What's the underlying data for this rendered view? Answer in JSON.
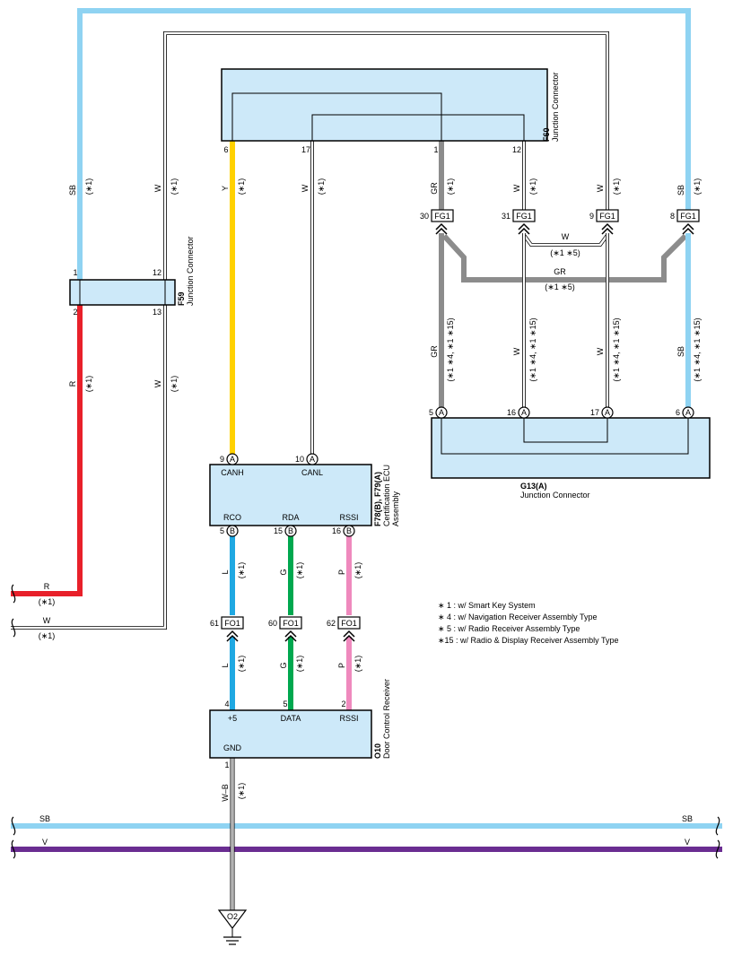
{
  "colors": {
    "SB": "#8fd3f2",
    "R": "#e8202a",
    "W": "#ffffff",
    "Y": "#ffd100",
    "GR": "#8c8c8c",
    "L": "#1fa8e2",
    "G": "#00a84f",
    "P": "#ef89bd",
    "V": "#6a2d91",
    "box": "#cde9f9"
  },
  "components": {
    "f60": {
      "id": "F60",
      "name": "Junction Connector",
      "pins": [
        "6",
        "17",
        "1",
        "12"
      ]
    },
    "f59": {
      "id": "F59",
      "name": "Junction Connector",
      "pins": [
        "1",
        "12",
        "2",
        "13"
      ]
    },
    "ecu": {
      "id": "F78(B), F79(A)",
      "name1": "Certification ECU",
      "name2": "Assembly",
      "pin_labels": [
        "CANH",
        "CANL",
        "RCO",
        "RDA",
        "RSSI"
      ],
      "pins": [
        "9",
        "10",
        "5",
        "15",
        "16"
      ]
    },
    "g13": {
      "id": "G13(A)",
      "name": "Junction Connector",
      "pins": [
        "5",
        "16",
        "17",
        "6"
      ]
    },
    "o10": {
      "id": "O10",
      "name": "Door Control Receiver",
      "pin_labels": [
        "+5",
        "DATA",
        "RSSI",
        "GND"
      ],
      "pins": [
        "4",
        "5",
        "2",
        "1"
      ]
    },
    "ground": {
      "id": "O2"
    }
  },
  "connectors": {
    "fg1": {
      "label": "FG1",
      "pins": [
        "30",
        "31",
        "9",
        "8"
      ]
    },
    "fo1": {
      "label": "FO1",
      "pins": [
        "61",
        "60",
        "62"
      ]
    },
    "letters": {
      "A": "A",
      "B": "B"
    }
  },
  "wires": {
    "codes": {
      "SB": "SB",
      "W": "W",
      "Y": "Y",
      "GR": "GR",
      "R": "R",
      "L": "L",
      "G": "G",
      "P": "P",
      "V": "V",
      "WB": "W–B"
    },
    "notes": {
      "n1": "(∗1)",
      "n15": "(∗1 ∗5)",
      "n1415": "(∗1 ∗4, ∗1 ∗15)"
    }
  },
  "legend": [
    "∗ 1 : w/ Smart Key System",
    "∗ 4 : w/ Navigation Receiver Assembly Type",
    "∗ 5 : w/ Radio Receiver Assembly Type",
    "∗15 : w/ Radio & Display Receiver Assembly Type"
  ]
}
